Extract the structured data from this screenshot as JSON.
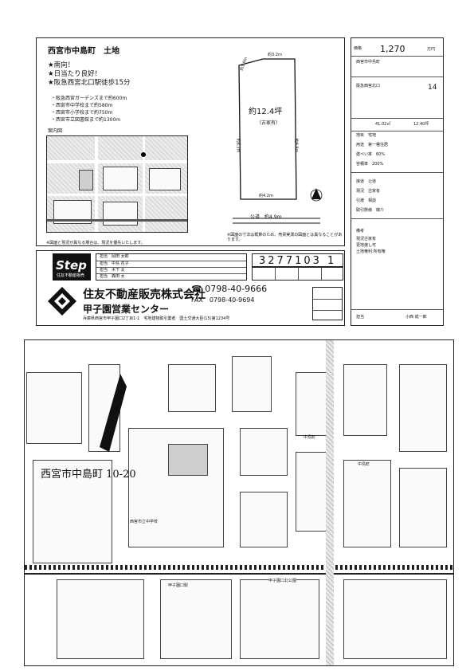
{
  "header": {
    "title": "西宮市中島町　土地"
  },
  "features": [
    "★南向！",
    "★日当たり良好！",
    "★阪急西宮北口駅徒歩15分"
  ],
  "distances": [
    "・阪急西宮ガーデンズまで約600m",
    "・西宮市中学校まで約580m",
    "・西宮市小学校まで約750m",
    "・西宮市立図書館まで約1300m"
  ],
  "guide_map_label": "案内図",
  "plot": {
    "area": "約12.4坪",
    "area_note": "（古家有）",
    "dim_top": "約3.2m",
    "dim_top_left": "約1.9m",
    "dim_left": "約8.3m",
    "dim_right": "約9.8m",
    "dim_bottom": "約4.2m",
    "road": "公道　約4.9m"
  },
  "notes": {
    "left": "※図面と現況が異なる場合は、現況を優先いたします。",
    "right": "※図面の寸法は概算のため、売買実測の図面とは異なることがあります。"
  },
  "logo": {
    "name": "Step",
    "sub": "住友不動産販売"
  },
  "company": {
    "name": "住友不動産販売株式会社",
    "branch": "甲子園営業センター",
    "tel": "☎ 0798-40-9666",
    "fax": "FAX　0798-40-9694",
    "small": "兵庫県西宮市甲子園口2丁目1-1　宅地建物取引業者　国土交通大臣(15)第1234号"
  },
  "ref_number": "3277103 1",
  "agent_rows": [
    "担当　岡田 太郎",
    "担当　中島 花子",
    "担当　木下 太",
    "担当　森田 太"
  ],
  "side": {
    "kakaku_label": "価格",
    "kakaku_value": "1,270",
    "kakaku_unit": "万円",
    "shozai": "西宮市中島町",
    "kotsu": "阪急西宮北口",
    "toho": "14",
    "chiseki": "41.02㎡",
    "tsubo": "12.40坪",
    "rows": [
      "地目　宅地",
      "用途　第一種住居",
      "建ぺい率　60%",
      "容積率　200%",
      "接道　公道",
      "現況　古家有",
      "引渡　相談",
      "取引態様　媒介"
    ],
    "biko": [
      "備考",
      "現況古家有",
      "更地渡し可",
      "土地権利:所有権"
    ],
    "footer_label": "担当",
    "footer_name": "小西 成一郎"
  },
  "map_labels": {
    "handwritten": "西宮市中島町 10-20",
    "town1": "中島町",
    "town2": "中島町",
    "school": "西宮市立中学校",
    "park": "甲子園口北公園",
    "station": "甲子園口駅"
  }
}
